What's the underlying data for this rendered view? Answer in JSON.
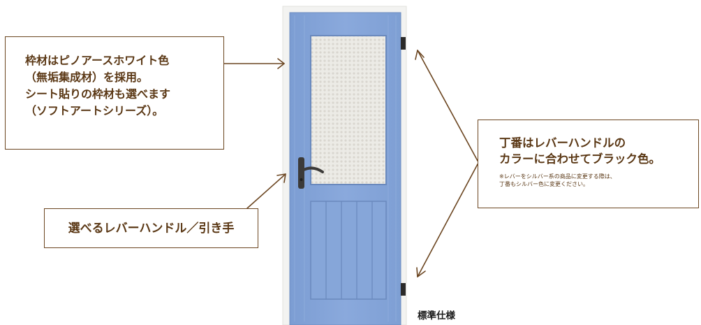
{
  "callout_frame": {
    "lines": [
      "枠材はピノアースホワイト色",
      "（無垢集成材）を採用。",
      "シート貼りの枠材も選べます",
      "（ソフトアートシリーズ）。"
    ]
  },
  "callout_lever": {
    "text": "選べるレバーハンドル／引き手"
  },
  "callout_hinge": {
    "title_lines": [
      "丁番はレバーハンドルの",
      "カラーに合わせてブラック色。"
    ],
    "note_lines": [
      "※レバーをシルバー系の商品に変更する際は、",
      "丁番もシルバー色に変更ください。"
    ]
  },
  "standard_label": "標準仕様",
  "colors": {
    "door": "#86a6d9",
    "frame": "#f4f4f2",
    "callout_text": "#5a3714",
    "callout_border": "#6b4520",
    "glass": "#eceae4",
    "handle": "#3c3a38"
  },
  "icons": [
    "door-image",
    "lever-handle-icon",
    "hinge-icon"
  ]
}
